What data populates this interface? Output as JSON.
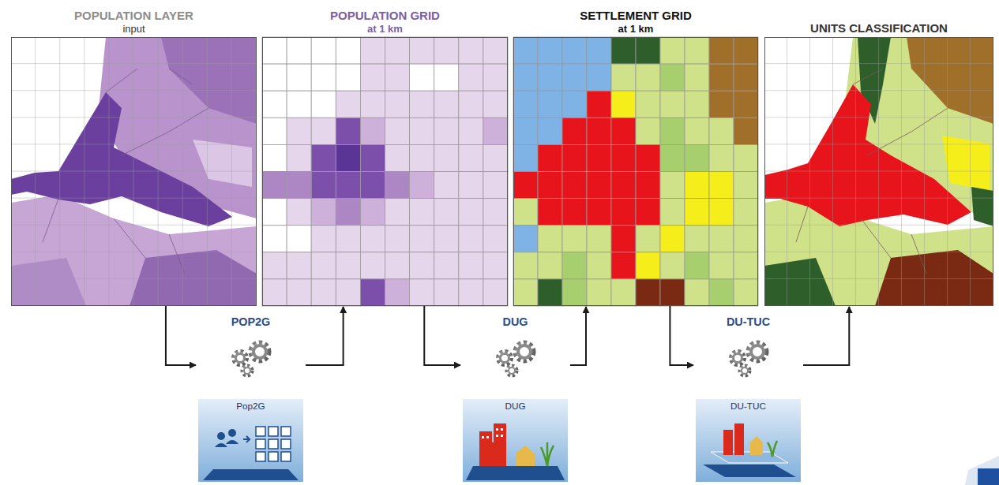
{
  "diagram": {
    "nodes": [
      {
        "text": [
          "POPULATION LAYER",
          "input"
        ]
      },
      {
        "text": [
          "POPULATION GRID",
          "at 1 km"
        ]
      },
      {
        "text": [
          "SETTLEMENT GRID",
          "at 1 km"
        ]
      },
      {
        "text": [
          "UNITS CLASSIFICATION"
        ]
      },
      {
        "text": [
          "POP2G",
          "Pop2G"
        ]
      },
      {
        "text": [
          "DUG",
          "DUG"
        ]
      },
      {
        "text": [
          "DU-TUC",
          "DU-TUC"
        ]
      }
    ],
    "edges": [
      {
        "from": 0,
        "to": 4,
        "arrow": "to"
      },
      {
        "from": 4,
        "to": 1,
        "arrow": "to"
      },
      {
        "from": 1,
        "to": 5,
        "arrow": "to"
      },
      {
        "from": 5,
        "to": 2,
        "arrow": "to"
      },
      {
        "from": 2,
        "to": 6,
        "arrow": "to"
      },
      {
        "from": 6,
        "to": 3,
        "arrow": "to"
      }
    ]
  }
}
